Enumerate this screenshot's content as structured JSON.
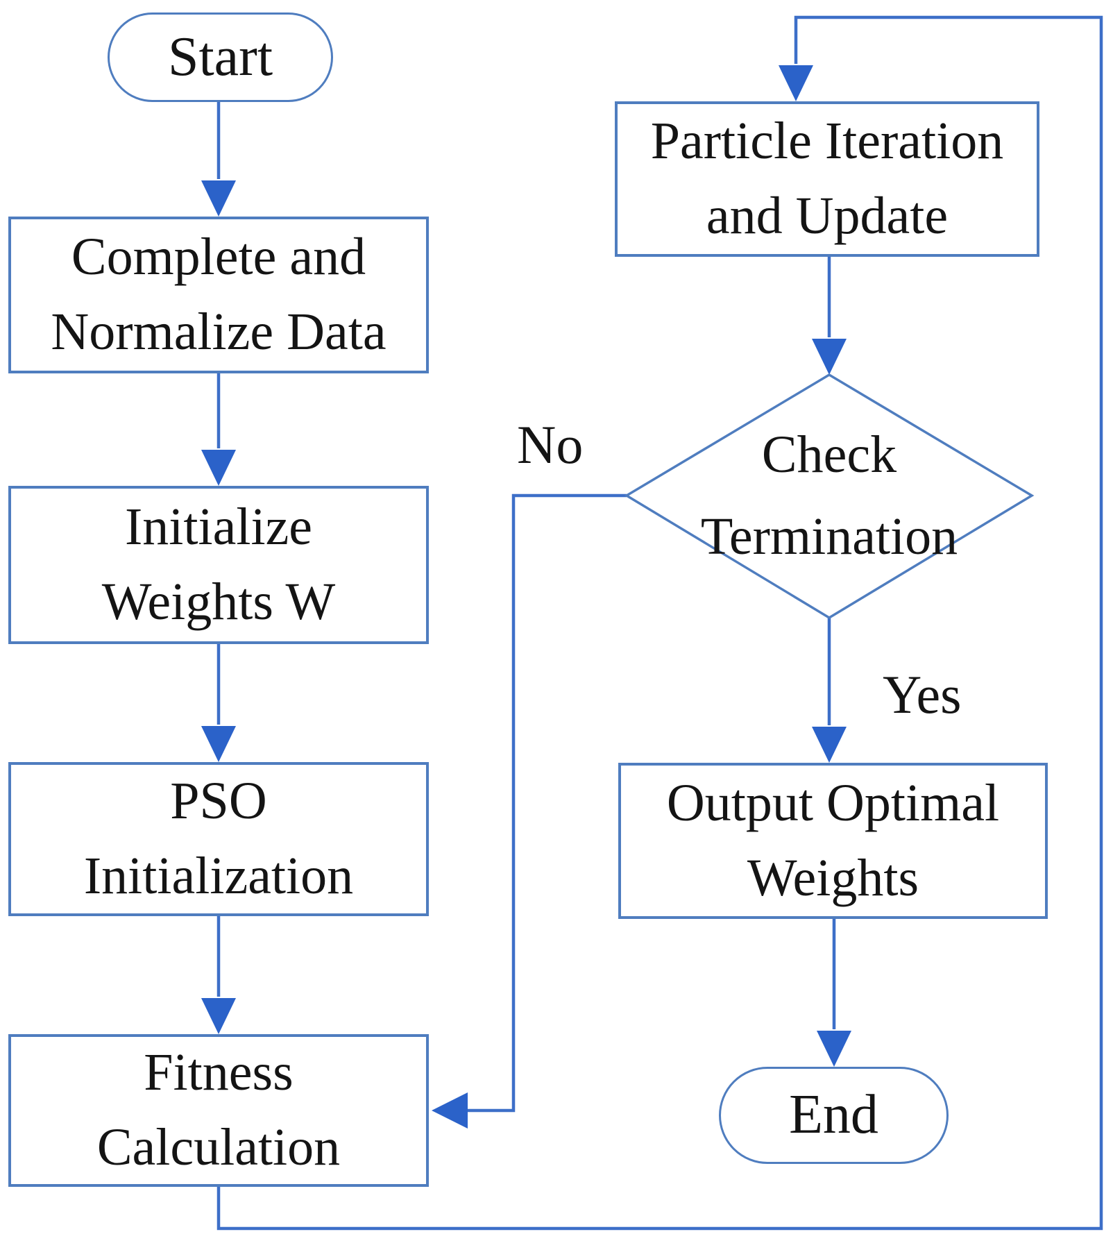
{
  "accent": {
    "border": "#4f7dbf",
    "line": "#3d6fc8",
    "arrow": "#2b62c9",
    "text": "#141414"
  },
  "nodes": {
    "start": {
      "label": "Start"
    },
    "complete": {
      "line1": "Complete and",
      "line2": "Normalize Data"
    },
    "initialize": {
      "line1": "Initialize",
      "line2": "Weights W"
    },
    "pso": {
      "line1": "PSO",
      "line2": "Initialization"
    },
    "fitness": {
      "line1": "Fitness",
      "line2": "Calculation"
    },
    "particle": {
      "line1": "Particle Iteration",
      "line2": "and Update"
    },
    "check": {
      "line1": "Check",
      "line2": "Termination"
    },
    "output": {
      "line1": "Output Optimal",
      "line2": "Weights"
    },
    "end": {
      "label": "End"
    }
  },
  "edges": {
    "no_label": "No",
    "yes_label": "Yes"
  }
}
